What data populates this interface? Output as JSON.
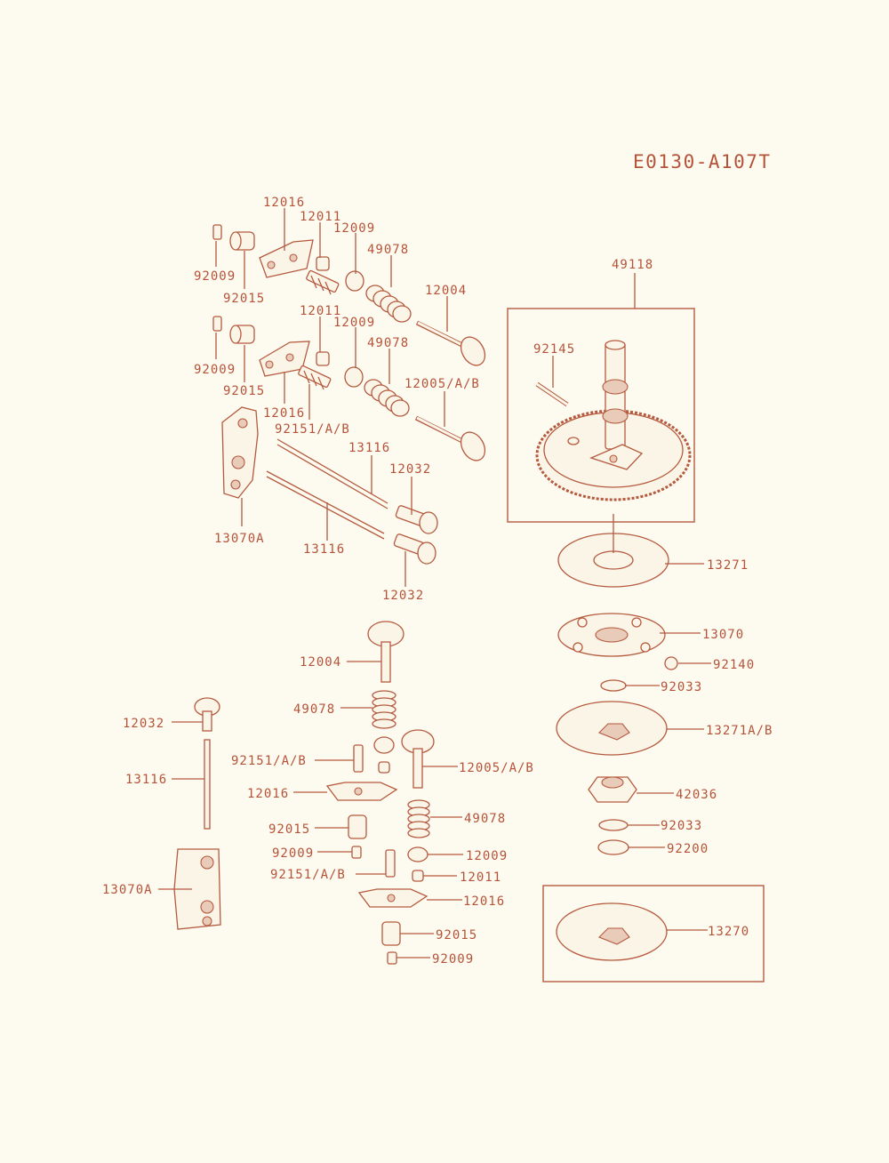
{
  "diagram_code": "E0130-A107T",
  "accent_color": "#b5533a",
  "labels": {
    "l_12016_a": "12016",
    "l_12011_a": "12011",
    "l_12009_a": "12009",
    "l_49078_a": "49078",
    "l_92009_a": "92009",
    "l_92015_a": "92015",
    "l_12004_a": "12004",
    "l_12011_b": "12011",
    "l_12009_b": "12009",
    "l_49078_b": "49078",
    "l_92009_b": "92009",
    "l_92015_b": "92015",
    "l_12016_b": "12016",
    "l_92151_a": "92151/A/B",
    "l_12005_a": "12005/A/B",
    "l_13116_a": "13116",
    "l_12032_a": "12032",
    "l_13070a_a": "13070A",
    "l_13116_b": "13116",
    "l_12032_b": "12032",
    "l_49118": "49118",
    "l_92145": "92145",
    "l_13271": "13271",
    "l_13070": "13070",
    "l_92140": "92140",
    "l_92033_a": "92033",
    "l_13271ab": "13271A/B",
    "l_42036": "42036",
    "l_92033_b": "92033",
    "l_92200": "92200",
    "l_13270": "13270",
    "l_12004_b": "12004",
    "l_49078_c": "49078",
    "l_12032_c": "12032",
    "l_92151_b": "92151/A/B",
    "l_12005_b": "12005/A/B",
    "l_13116_c": "13116",
    "l_12016_c": "12016",
    "l_92015_c": "92015",
    "l_49078_d": "49078",
    "l_92009_c": "92009",
    "l_12009_c": "12009",
    "l_92151_c": "92151/A/B",
    "l_12011_c": "12011",
    "l_13070a_b": "13070A",
    "l_12016_d": "12016",
    "l_92015_d": "92015",
    "l_92009_d": "92009"
  }
}
